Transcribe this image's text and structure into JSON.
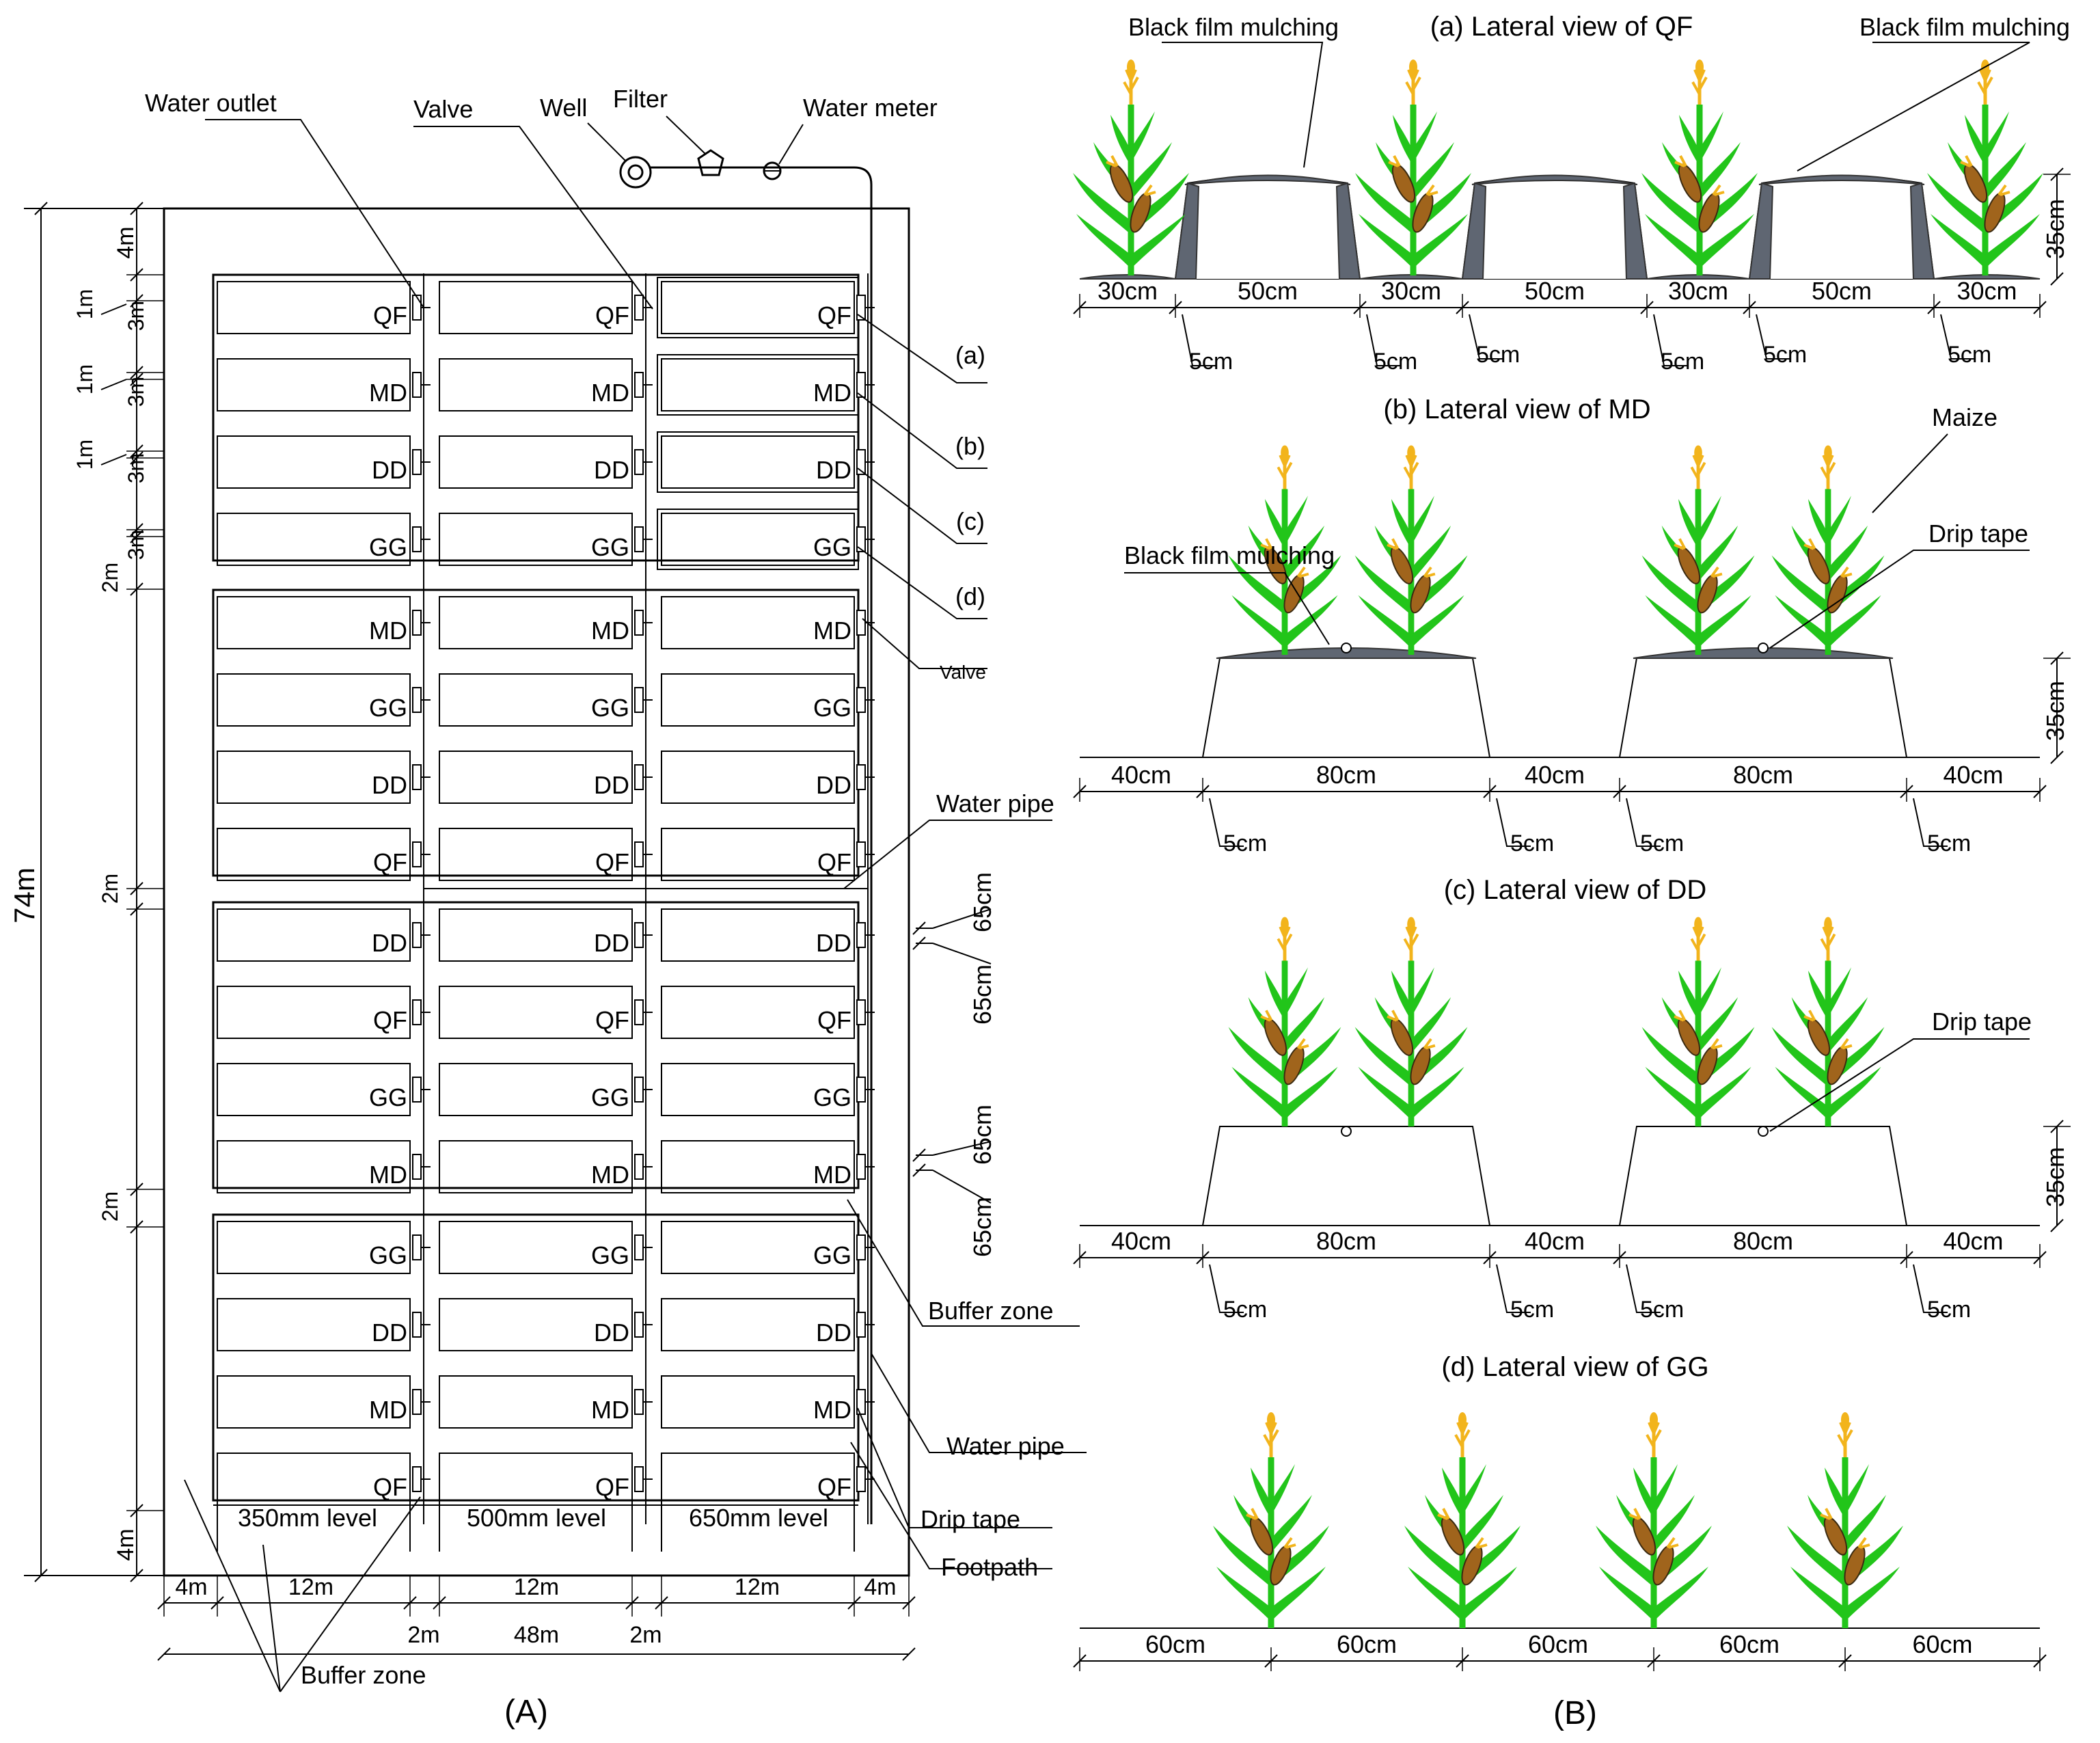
{
  "panel_a": {
    "caption": "(A)",
    "labels": {
      "water_outlet": "Water outlet",
      "valve": "Valve",
      "well": "Well",
      "filter": "Filter",
      "water_meter": "Water meter",
      "valve_right": "Valve",
      "water_pipe_top": "Water pipe",
      "buffer_zone_right": "Buffer zone",
      "water_pipe_bottom": "Water pipe",
      "drip_tape": "Drip tape",
      "footpath": "Footpath",
      "buffer_zone_bottom": "Buffer zone",
      "callout_a": "(a)",
      "callout_b": "(b)",
      "callout_c": "(c)",
      "callout_d": "(d)"
    },
    "blocks": [
      [
        "QF",
        "MD",
        "DD",
        "GG"
      ],
      [
        "MD",
        "GG",
        "DD",
        "QF"
      ],
      [
        "DD",
        "QF",
        "GG",
        "MD"
      ],
      [
        "GG",
        "DD",
        "MD",
        "QF"
      ]
    ],
    "levels": [
      "350mm level",
      "500mm level",
      "650mm level"
    ],
    "dims": {
      "total_height": "74m",
      "top4": "4m",
      "bottom4": "4m",
      "plot3": "3m",
      "gap1": "1m",
      "gap2": "2m",
      "row_65": "65cm",
      "margin4": "4m",
      "plot12": "12m",
      "gap_2m": "2m",
      "total_width": "48m"
    }
  },
  "panel_b": {
    "caption": "(B)",
    "titles": {
      "a": "(a) Lateral view of QF",
      "b": "(b) Lateral view of MD",
      "c": "(c) Lateral view of DD",
      "d": "(d) Lateral view of GG"
    },
    "labels": {
      "film_left": "Black film mulching",
      "film_right": "Black film mulching",
      "film_md": "Black film mulching",
      "maize": "Maize",
      "drip_md": "Drip tape",
      "drip_dd": "Drip tape"
    },
    "qf_dims": [
      "30cm",
      "50cm",
      "30cm",
      "50cm",
      "30cm",
      "50cm",
      "30cm"
    ],
    "qf_small": "5cm",
    "height": "35cm",
    "md_dims": [
      "40cm",
      "80cm",
      "40cm",
      "80cm",
      "40cm"
    ],
    "dd_dims": [
      "40cm",
      "80cm",
      "40cm",
      "80cm",
      "40cm"
    ],
    "gg_dims": [
      "60cm",
      "60cm",
      "60cm",
      "60cm",
      "60cm"
    ]
  },
  "colors": {
    "line": "#000000",
    "film": "#5f6672",
    "leaf": "#22c51a",
    "ear": "#a0641c",
    "tassel": "#f2b41c"
  }
}
